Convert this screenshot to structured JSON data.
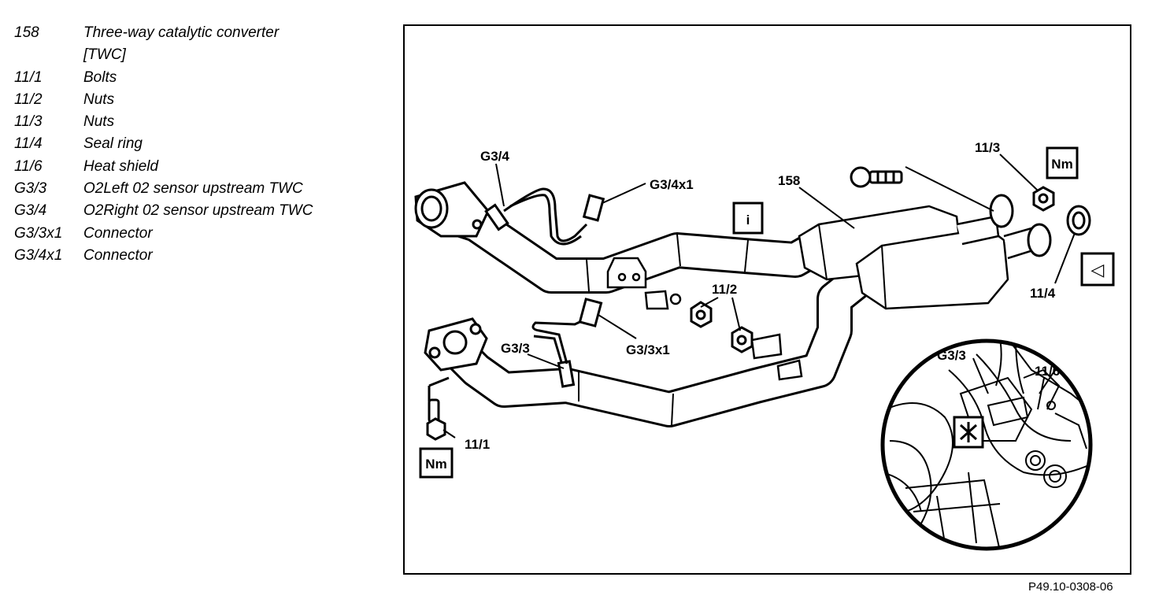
{
  "legend": [
    {
      "code": "158",
      "desc": "Three-way catalytic converter",
      "cont": "[TWC]"
    },
    {
      "code": "11/1",
      "desc": "Bolts"
    },
    {
      "code": "11/2",
      "desc": "Nuts"
    },
    {
      "code": "11/3",
      "desc": "Nuts"
    },
    {
      "code": "11/4",
      "desc": "Seal ring"
    },
    {
      "code": "11/6",
      "desc": "Heat shield"
    },
    {
      "code": "G3/3",
      "desc": "O2Left 02 sensor upstream TWC"
    },
    {
      "code": "G3/4",
      "desc": "O2Right 02 sensor upstream TWC"
    },
    {
      "code": "G3/3x1",
      "desc": "Connector"
    },
    {
      "code": "G3/4x1",
      "desc": "Connector"
    }
  ],
  "callouts": {
    "g34": "G3/4",
    "g34x1": "G3/4x1",
    "c158": "158",
    "c113": "11/3",
    "c114": "11/4",
    "c112": "11/2",
    "g33x1": "G3/3x1",
    "g33": "G3/3",
    "c111": "11/1",
    "detail_g33": "G3/3",
    "detail_116": "11/6"
  },
  "symbols": {
    "nm_top": "Nm",
    "nm_bottom": "Nm",
    "info_icon": "i",
    "arrow_icon": "◁"
  },
  "figure_id": "P49.10-0308-06"
}
